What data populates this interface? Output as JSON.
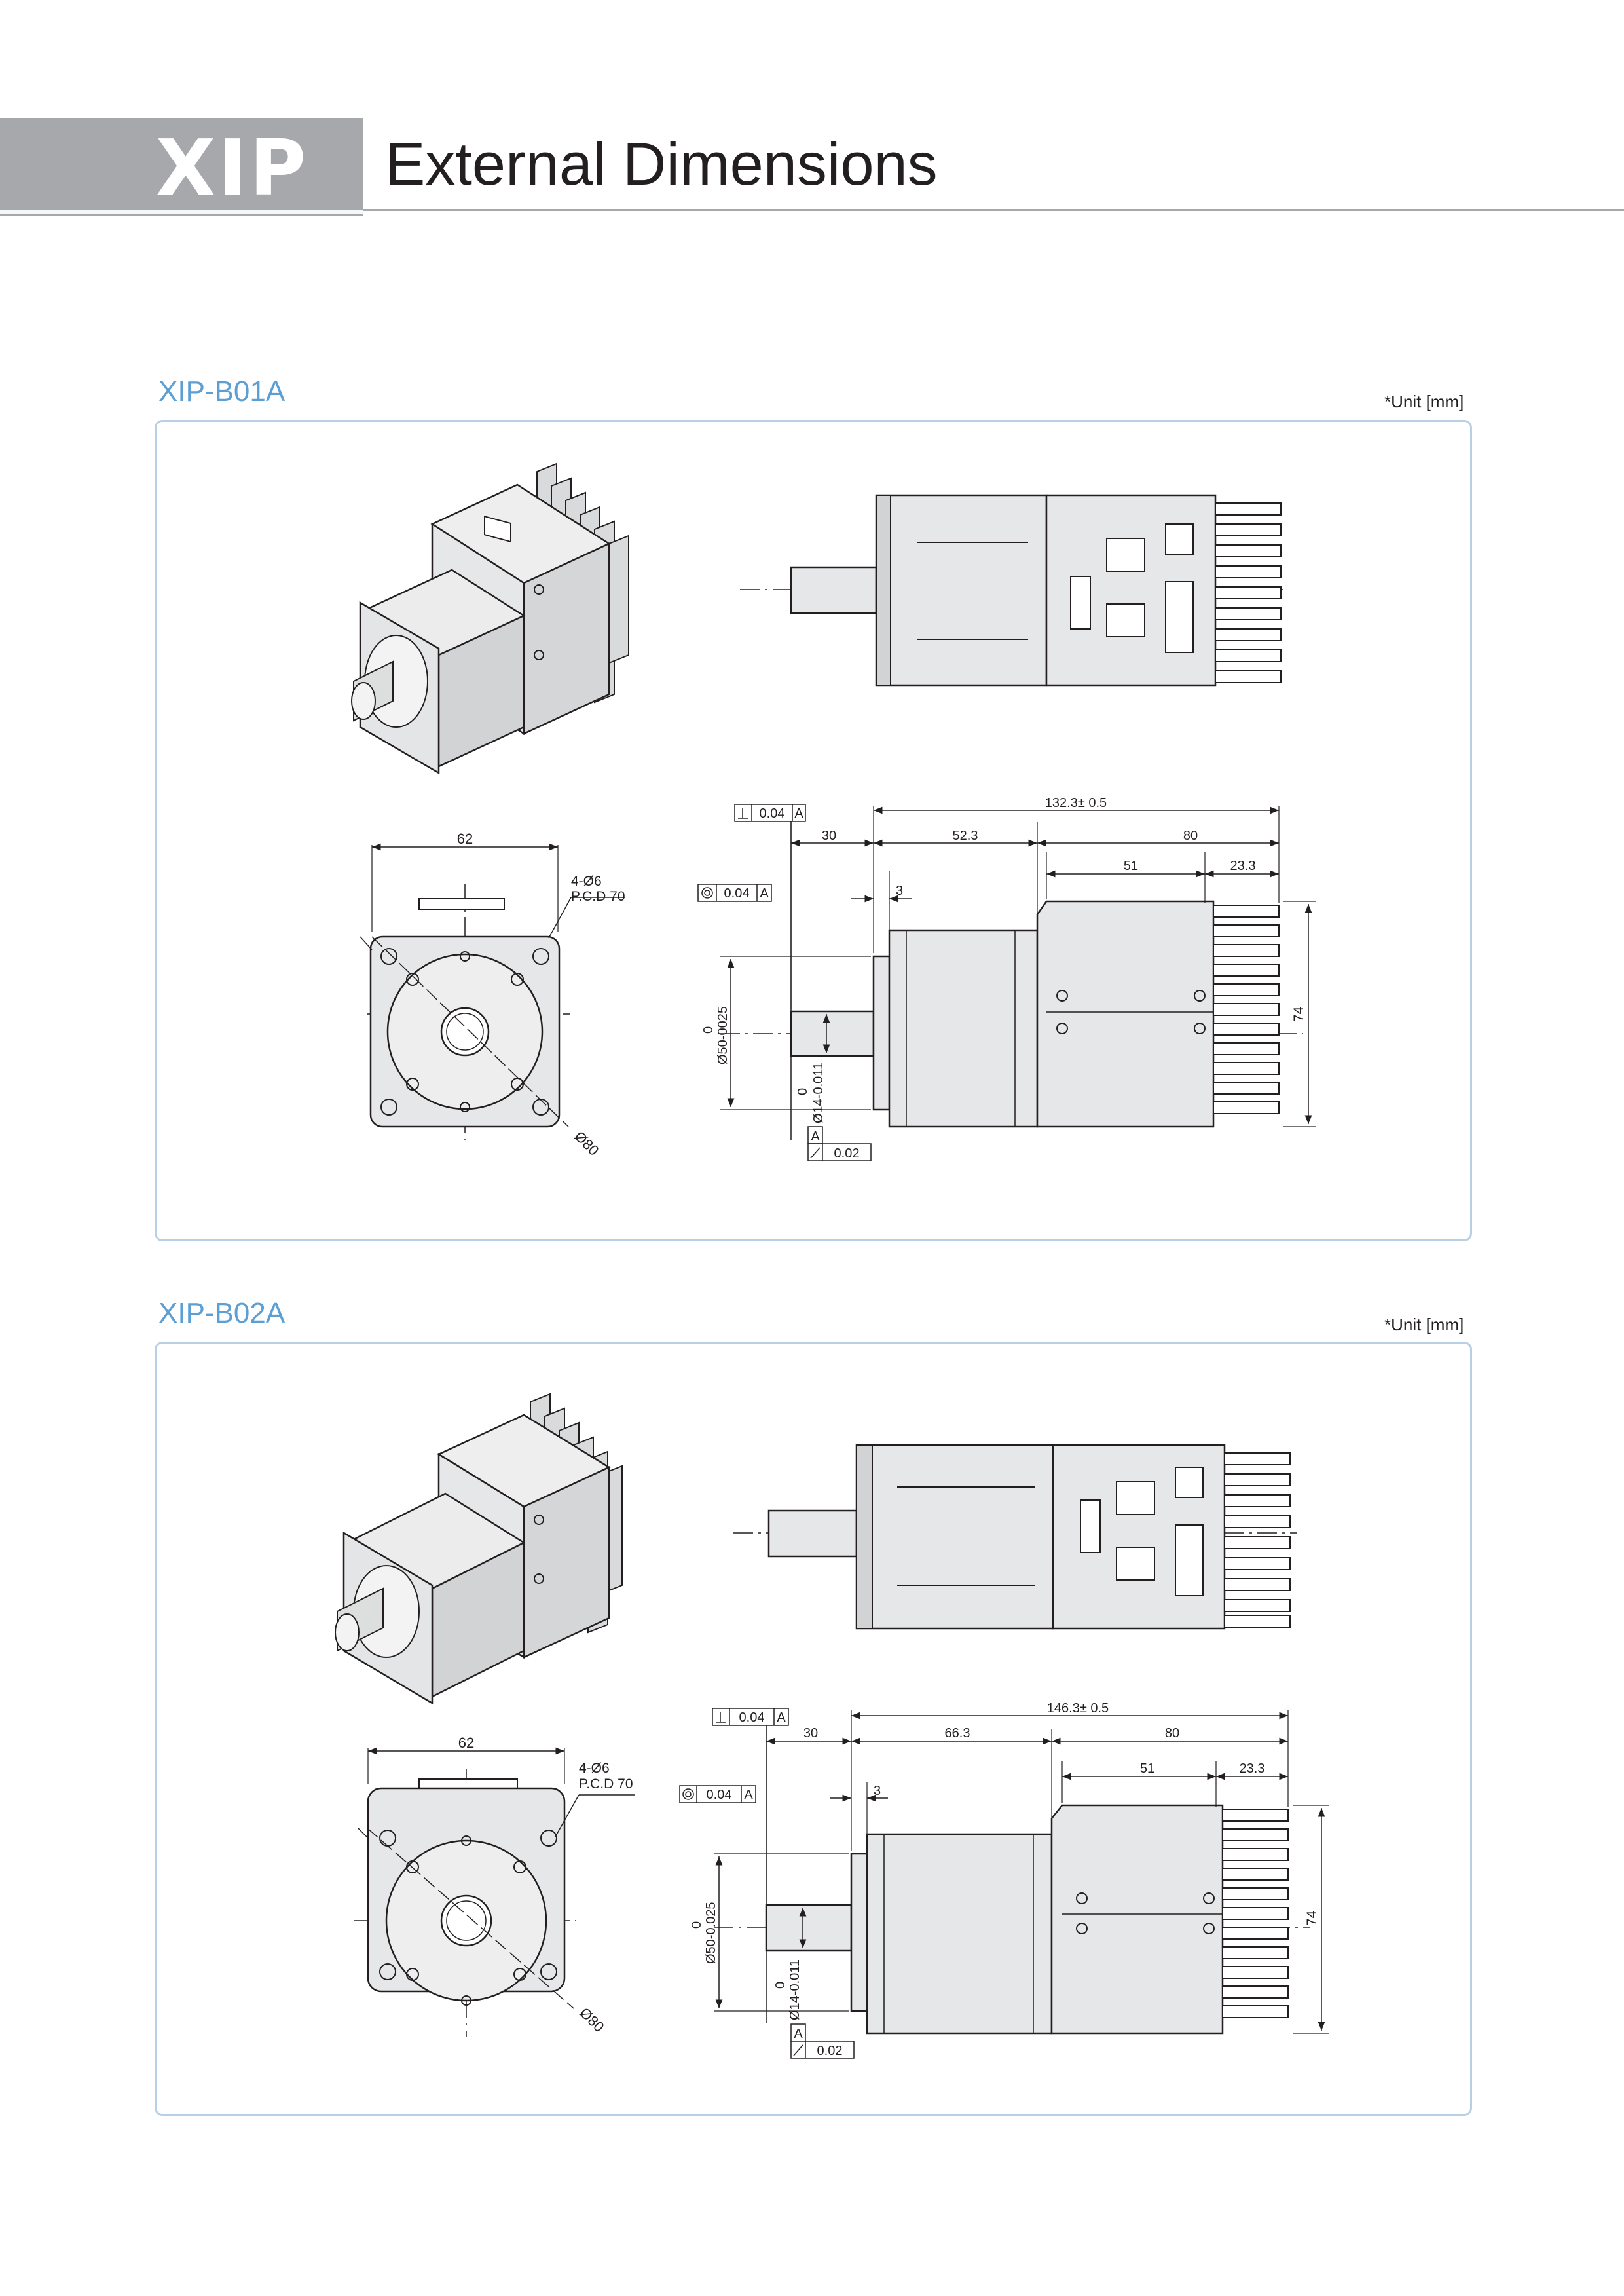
{
  "header": {
    "code": "XIP",
    "title": "External Dimensions"
  },
  "sections": [
    {
      "model": "XIP-B01A",
      "unit_note": "*Unit [mm]",
      "front": {
        "width": "62",
        "holes": "4-Ø6",
        "pcd": "P.C.D 70",
        "diag": "Ø80"
      },
      "side": {
        "overall": "132.3± 0.5",
        "shaft": "30",
        "motor": "52.3",
        "drive": "80",
        "box": "51",
        "fins": "23.3",
        "step": "3",
        "height": "74",
        "pilot_tol": "0",
        "pilot": "Ø50-0025",
        "shaft_tol": "0",
        "shaft_dia": "Ø14-0.011",
        "perp": "0.04",
        "conc": "0.04",
        "datum": "A",
        "runout": "0.02"
      }
    },
    {
      "model": "XIP-B02A",
      "unit_note": "*Unit [mm]",
      "front": {
        "width": "62",
        "holes": "4-Ø6",
        "pcd": "P.C.D 70",
        "diag": "Ø80"
      },
      "side": {
        "overall": "146.3± 0.5",
        "shaft": "30",
        "motor": "66.3",
        "drive": "80",
        "box": "51",
        "fins": "23.3",
        "step": "3",
        "height": "74",
        "pilot_tol": "0",
        "pilot": "Ø50-0.025",
        "shaft_tol": "0",
        "shaft_dia": "Ø14-0.011",
        "perp": "0.04",
        "conc": "0.04",
        "datum": "A",
        "runout": "0.02"
      }
    }
  ],
  "colors": {
    "panel_border": "#b8cfe6",
    "accent": "#5b9fd4",
    "header_gray": "#a6a8ab",
    "body_fill": "#e6e7e8"
  },
  "drawing_icons": [
    "motor-isometric-view",
    "drive-top-view",
    "flange-front-view",
    "motor-side-view"
  ]
}
